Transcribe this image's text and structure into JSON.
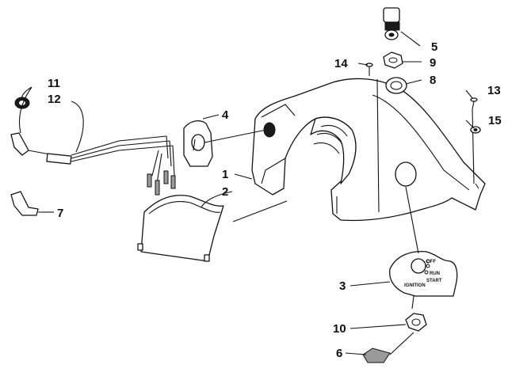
{
  "diagram": {
    "callouts": [
      {
        "id": "c1",
        "text": "1"
      },
      {
        "id": "c2",
        "text": "2"
      },
      {
        "id": "c3",
        "text": "3"
      },
      {
        "id": "c4",
        "text": "4"
      },
      {
        "id": "c5",
        "text": "5"
      },
      {
        "id": "c6",
        "text": "6"
      },
      {
        "id": "c7",
        "text": "7"
      },
      {
        "id": "c8",
        "text": "8"
      },
      {
        "id": "c9",
        "text": "9"
      },
      {
        "id": "c10",
        "text": "10"
      },
      {
        "id": "c11",
        "text": "11"
      },
      {
        "id": "c12",
        "text": "12"
      },
      {
        "id": "c13",
        "text": "13"
      },
      {
        "id": "c14",
        "text": "14"
      },
      {
        "id": "c15",
        "text": "15"
      }
    ],
    "ignition_plate": {
      "off": "OFF",
      "run": "RUN",
      "start": "START",
      "ignition": "IGNITION"
    }
  }
}
